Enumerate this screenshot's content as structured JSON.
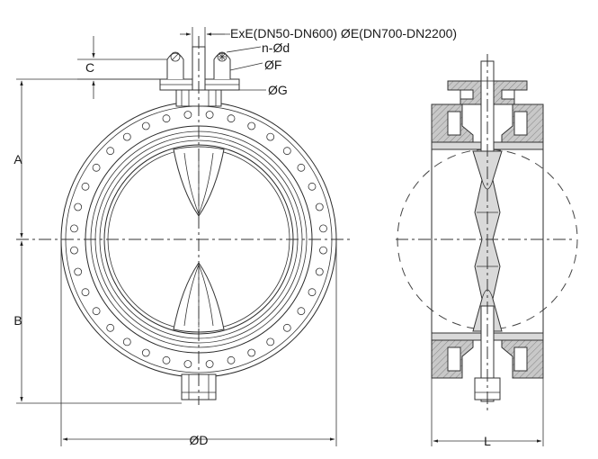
{
  "labels": {
    "ex_e": "ExE(DN50-DN600) ØE(DN700-DN2200)",
    "n_d": "n-Ød",
    "f": "ØF",
    "g": "ØG",
    "c": "C",
    "a": "A",
    "b": "B",
    "d": "ØD",
    "l": "L"
  }
}
